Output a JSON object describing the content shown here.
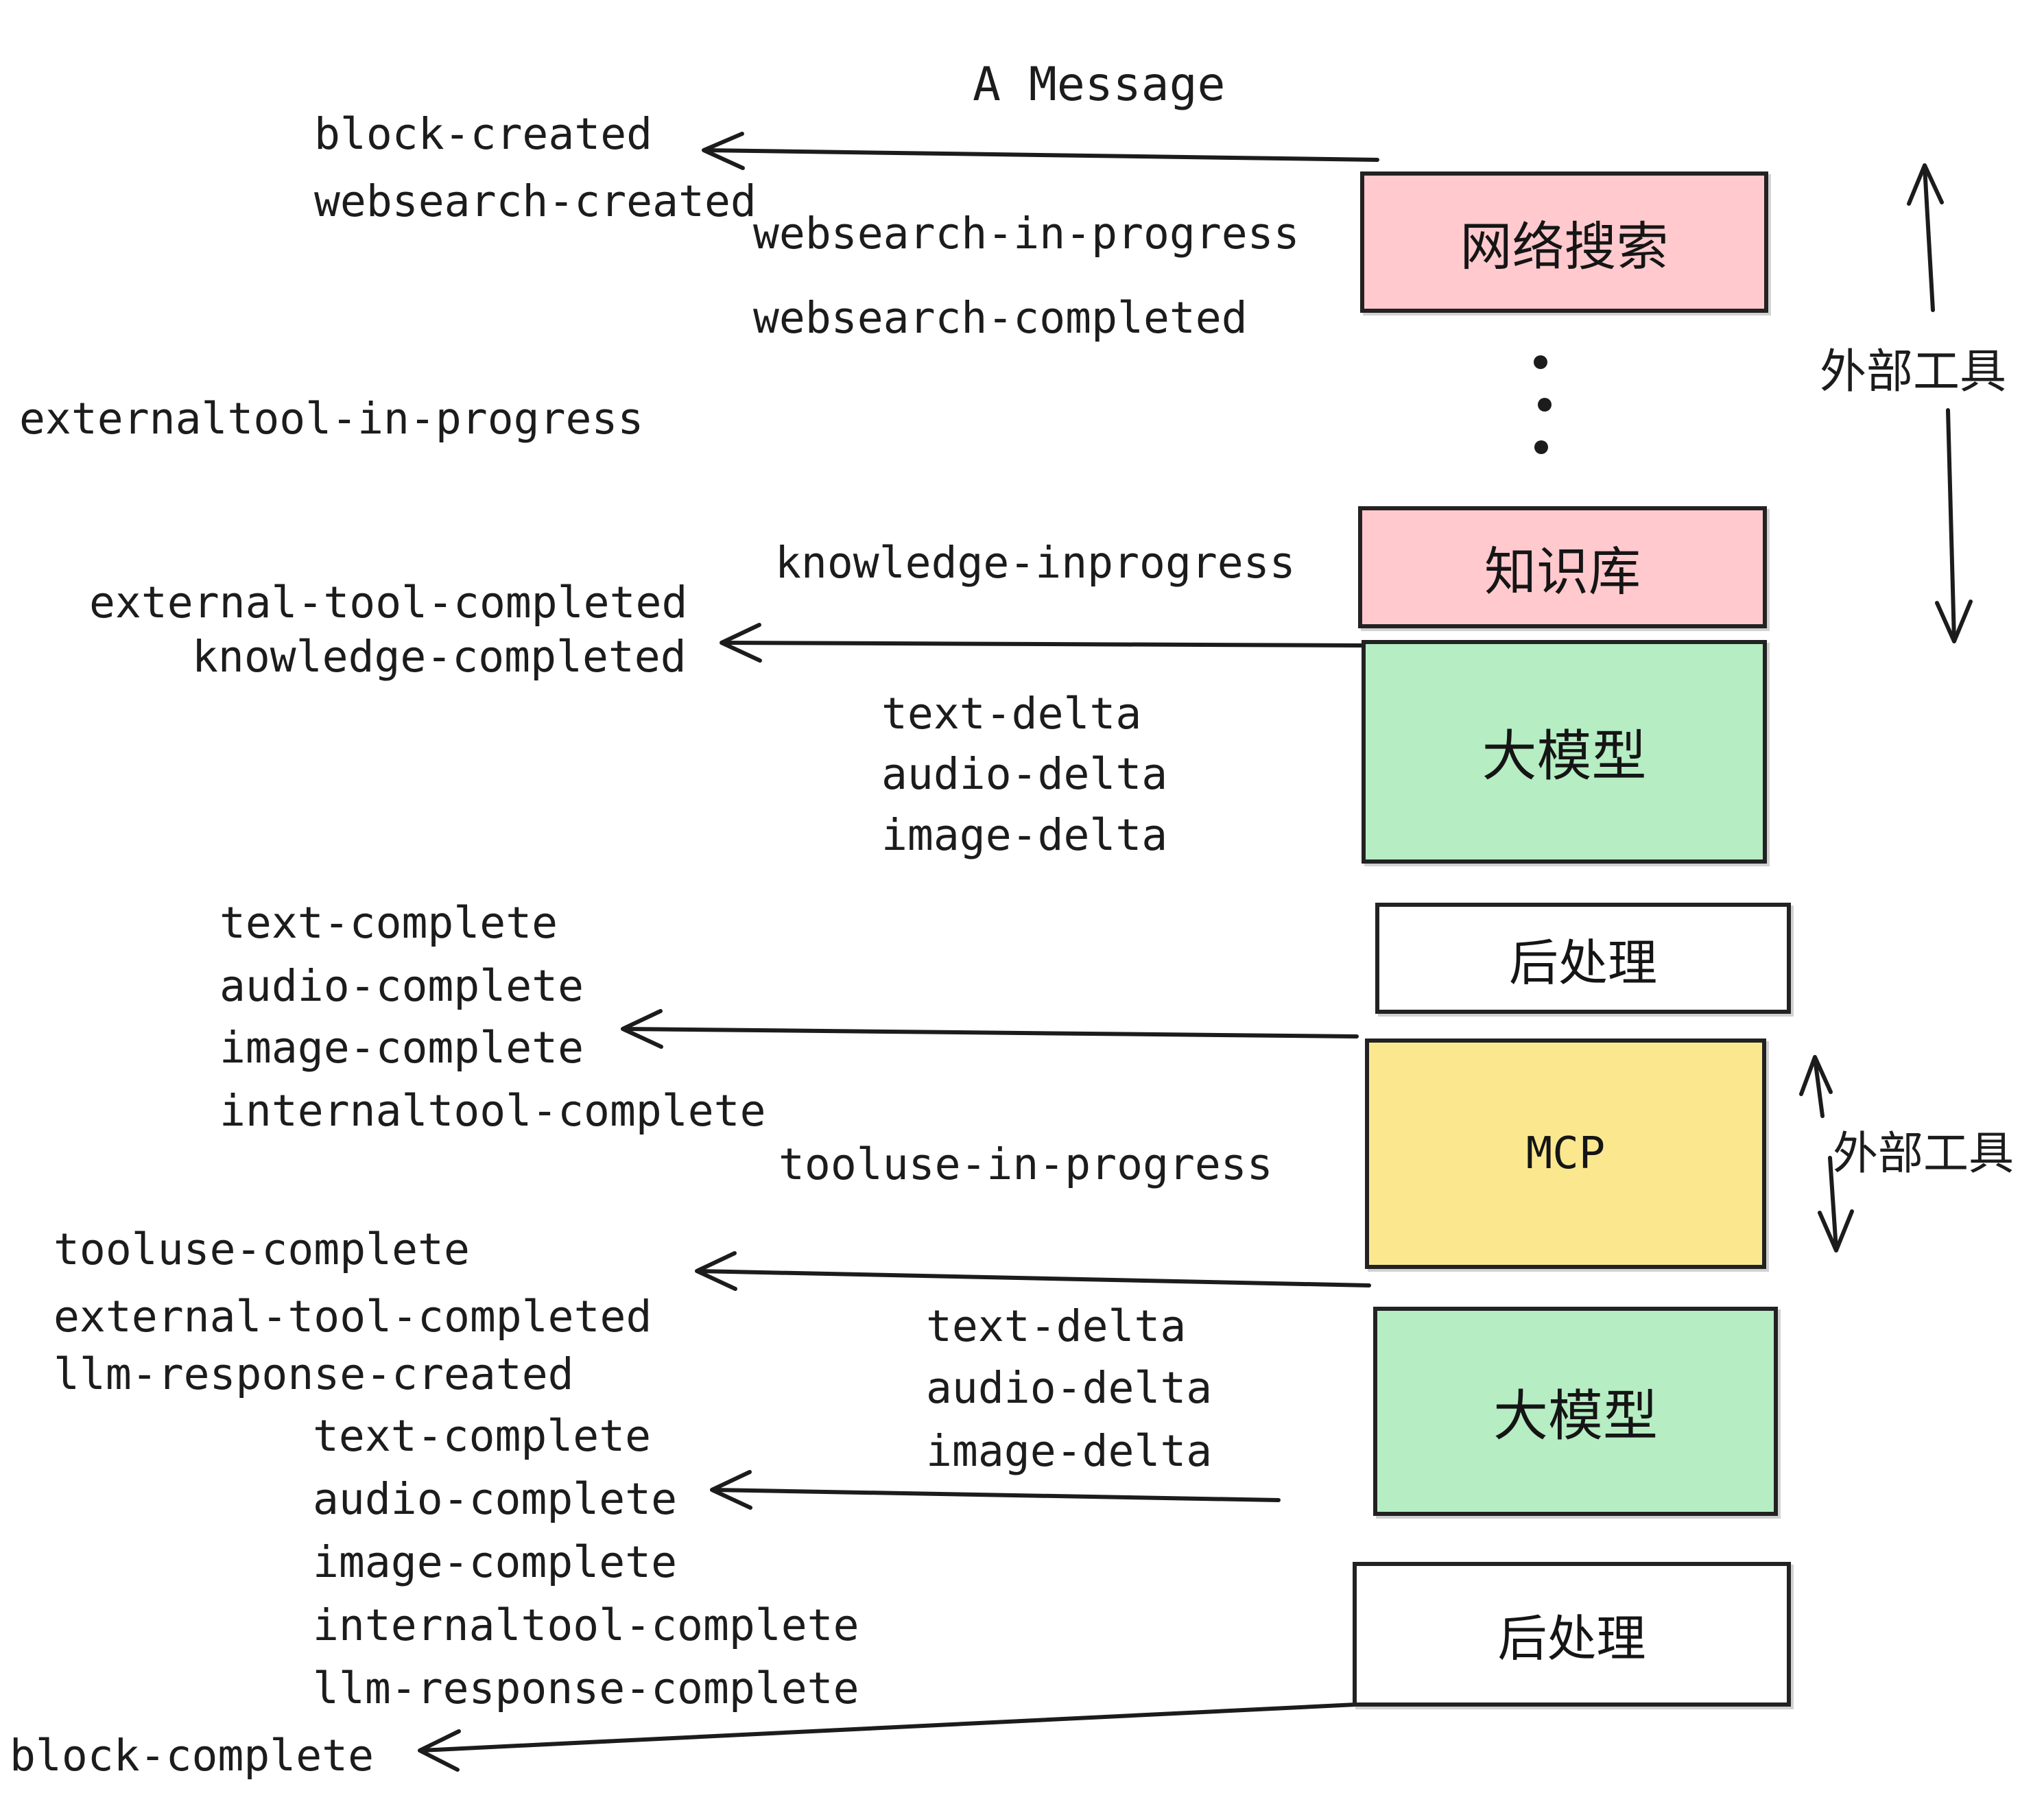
{
  "title": "A Message",
  "colors": {
    "box_pink": "#ffc9ce",
    "box_green": "#b6edc3",
    "box_yellow": "#fbe88e",
    "box_white": "#ffffff",
    "ink": "#1c1c1c"
  },
  "boxes": {
    "websearch": {
      "label": "网络搜索"
    },
    "knowledge": {
      "label": "知识库"
    },
    "llm1": {
      "label": "大模型"
    },
    "post1": {
      "label": "后处理"
    },
    "mcp": {
      "label": "MCP"
    },
    "llm2": {
      "label": "大模型"
    },
    "post2": {
      "label": "后处理"
    }
  },
  "side": {
    "external_tools_top": "外部工具",
    "external_tools_mcp": "外部工具"
  },
  "events": {
    "block_created": "block-created",
    "websearch_created": "websearch-created",
    "websearch_in_progress": "websearch-in-progress",
    "websearch_completed": "websearch-completed",
    "externaltool_in_progress": "externaltool-in-progress",
    "knowledge_inprogress": "knowledge-inprogress",
    "external_tool_completed_1": "external-tool-completed",
    "knowledge_completed": "knowledge-completed",
    "text_delta_1": "text-delta",
    "audio_delta_1": "audio-delta",
    "image_delta_1": "image-delta",
    "text_complete_1": "text-complete",
    "audio_complete_1": "audio-complete",
    "image_complete_1": "image-complete",
    "internaltool_complete_1": "internaltool-complete",
    "tooluse_in_progress": "tooluse-in-progress",
    "tooluse_complete": "tooluse-complete",
    "external_tool_completed_2": "external-tool-completed",
    "llm_response_created": "llm-response-created",
    "text_delta_2": "text-delta",
    "audio_delta_2": "audio-delta",
    "image_delta_2": "image-delta",
    "text_complete_2": "text-complete",
    "audio_complete_2": "audio-complete",
    "image_complete_2": "image-complete",
    "internaltool_complete_2": "internaltool-complete",
    "llm_response_complete": "llm-response-complete",
    "block_complete": "block-complete"
  }
}
